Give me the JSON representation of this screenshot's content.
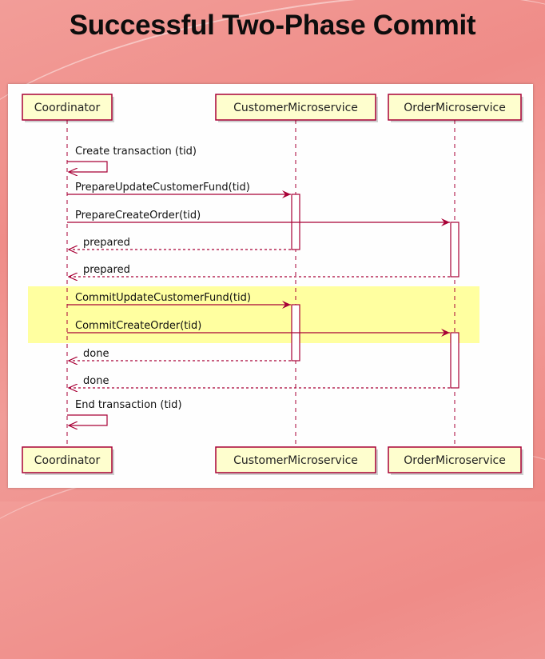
{
  "slide": {
    "title": "Successful Two-Phase Commit"
  },
  "diagram": {
    "participants": [
      "Coordinator",
      "CustomerMicroservice",
      "OrderMicroservice"
    ],
    "messages": [
      {
        "from": "Coordinator",
        "to": "Coordinator",
        "label": "Create transaction (tid)",
        "style": "self"
      },
      {
        "from": "Coordinator",
        "to": "CustomerMicroservice",
        "label": "PrepareUpdateCustomerFund(tid)",
        "style": "solid"
      },
      {
        "from": "Coordinator",
        "to": "OrderMicroservice",
        "label": "PrepareCreateOrder(tid)",
        "style": "solid"
      },
      {
        "from": "CustomerMicroservice",
        "to": "Coordinator",
        "label": "prepared",
        "style": "dashed"
      },
      {
        "from": "OrderMicroservice",
        "to": "Coordinator",
        "label": "prepared",
        "style": "dashed"
      },
      {
        "from": "Coordinator",
        "to": "CustomerMicroservice",
        "label": "CommitUpdateCustomerFund(tid)",
        "style": "solid",
        "highlight": true
      },
      {
        "from": "Coordinator",
        "to": "OrderMicroservice",
        "label": "CommitCreateOrder(tid)",
        "style": "solid",
        "highlight": true
      },
      {
        "from": "CustomerMicroservice",
        "to": "Coordinator",
        "label": "done",
        "style": "dashed"
      },
      {
        "from": "OrderMicroservice",
        "to": "Coordinator",
        "label": "done",
        "style": "dashed"
      },
      {
        "from": "Coordinator",
        "to": "Coordinator",
        "label": "End transaction (tid)",
        "style": "self"
      }
    ],
    "colors": {
      "border": "#a80036",
      "actor_fill": "#fefece",
      "highlight": "#ffff80"
    }
  }
}
